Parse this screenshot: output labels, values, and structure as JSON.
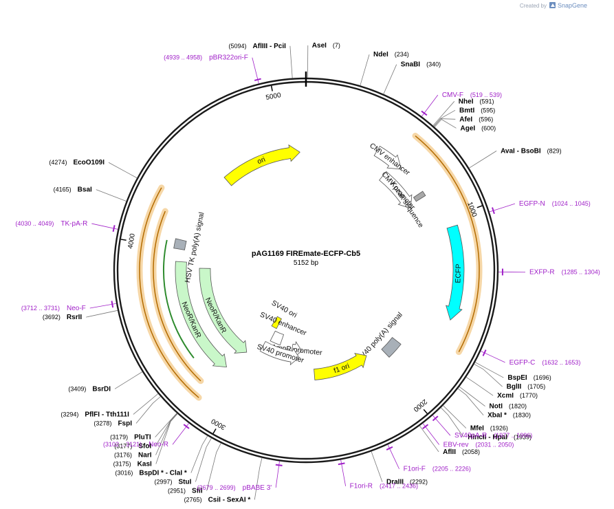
{
  "brand": {
    "created_by": "Created by",
    "app": "SnapGene",
    "logo_color": "#6c8ebf"
  },
  "plasmid": {
    "name": "pAG1169 FIREmate-ECFP-Cb5",
    "size_label": "5152 bp",
    "length": 5152
  },
  "colors": {
    "backbone": "#1a1a1a",
    "primer": "#a020c8",
    "ori": "#ffff00",
    "ecfp": "#00ffff",
    "kanr": "#c9f7c9",
    "highlight": "#f6d7a7"
  },
  "ticks": [
    {
      "label": "1000",
      "bp": 1000
    },
    {
      "label": "2000",
      "bp": 2000
    },
    {
      "label": "3000",
      "bp": 3000
    },
    {
      "label": "4000",
      "bp": 4000
    },
    {
      "label": "5000",
      "bp": 5000
    }
  ],
  "features": [
    {
      "name": "CMV enhancer",
      "label": "CMV enhancer",
      "type": "arrow",
      "start": 440,
      "end": 620,
      "dir": 1,
      "color": "#ffffff"
    },
    {
      "name": "CMV promoter",
      "label": "CMV promoter",
      "type": "arrow",
      "start": 560,
      "end": 850,
      "dir": 1,
      "color": "#ffffff"
    },
    {
      "name": "Kozak sequence",
      "label": "Kozak sequence",
      "type": "box",
      "start": 800,
      "end": 830,
      "color": "#a8a8a8"
    },
    {
      "name": "ECFP",
      "label": "ECFP",
      "type": "arrow",
      "start": 1050,
      "end": 1560,
      "dir": 1,
      "color": "#00ffff"
    },
    {
      "name": "SV40 poly(A) signal",
      "label": "SV40 poly(A) signal",
      "type": "box",
      "start": 1830,
      "end": 1950,
      "color": "#a8b0b8"
    },
    {
      "name": "f1 ori",
      "label": "f1 ori",
      "type": "arrow",
      "start": 2070,
      "end": 2510,
      "dir": -1,
      "color": "#ffff00"
    },
    {
      "name": "AmpR promoter",
      "label": "AmpR promoter",
      "type": "arrow",
      "start": 2620,
      "end": 2720,
      "dir": -1,
      "color": "#ffffff"
    },
    {
      "name": "SV40 promoter",
      "label": "SV40 promoter",
      "type": "arrow",
      "start": 2640,
      "end": 3000,
      "dir": -1,
      "color": "#ffffff"
    },
    {
      "name": "SV40 ori",
      "label": "SV40 ori",
      "type": "box",
      "start": 2960,
      "end": 3030,
      "color": "#ffff00"
    },
    {
      "name": "SV40 enhancer",
      "label": "SV40 enhancer",
      "type": "box",
      "start": 2850,
      "end": 2960,
      "color": "#ffffff"
    },
    {
      "name": "NeoR/KanR inner",
      "label": "NeoR/KanR",
      "type": "arrow",
      "start": 3090,
      "end": 3880,
      "dir": -1,
      "color": "#c9f7c9"
    },
    {
      "name": "NeoR/KanR outer",
      "label": "NeoR/KanR",
      "type": "arrow",
      "start": 3140,
      "end": 3920,
      "dir": -1,
      "color": "#c9f7c9"
    },
    {
      "name": "HSV TK poly(A) signal",
      "label": "HSV TK poly(A) signal",
      "type": "box",
      "start": 4000,
      "end": 4060,
      "color": "#a8b0b8"
    },
    {
      "name": "ori",
      "label": "ori",
      "type": "arrow",
      "start": 4560,
      "end": 5110,
      "dir": 1,
      "color": "#ffff00"
    }
  ],
  "enzymes": [
    {
      "name": "AseI",
      "pos": "(7)",
      "bp": 7
    },
    {
      "name": "NdeI",
      "pos": "(234)",
      "bp": 234
    },
    {
      "name": "SnaBI",
      "pos": "(340)",
      "bp": 340
    },
    {
      "name": "NheI",
      "pos": "(591)",
      "bp": 591
    },
    {
      "name": "BmtI",
      "pos": "(595)",
      "bp": 595
    },
    {
      "name": "AfeI",
      "pos": "(596)",
      "bp": 596
    },
    {
      "name": "AgeI",
      "pos": "(600)",
      "bp": 600
    },
    {
      "name": "AvaI - BsoBI",
      "pos": "(829)",
      "bp": 829
    },
    {
      "name": "BspEI",
      "pos": "(1696)",
      "bp": 1696
    },
    {
      "name": "BglII",
      "pos": "(1705)",
      "bp": 1705
    },
    {
      "name": "XcmI",
      "pos": "(1770)",
      "bp": 1770
    },
    {
      "name": "NotI",
      "pos": "(1820)",
      "bp": 1820
    },
    {
      "name": "XbaI *",
      "pos": "(1830)",
      "bp": 1830
    },
    {
      "name": "MfeI",
      "pos": "(1926)",
      "bp": 1926
    },
    {
      "name": "HincII - HpaI",
      "pos": "(1939)",
      "bp": 1939
    },
    {
      "name": "AflII",
      "pos": "(2058)",
      "bp": 2058
    },
    {
      "name": "DraIII",
      "pos": "(2292)",
      "bp": 2292
    },
    {
      "name": "CsiI - SexAI *",
      "pos": "(2765)",
      "bp": 2765
    },
    {
      "name": "SfiI",
      "pos": "(2951)",
      "bp": 2951
    },
    {
      "name": "StuI",
      "pos": "(2997)",
      "bp": 2997
    },
    {
      "name": "BspDI * - ClaI *",
      "pos": "(3016)",
      "bp": 3016
    },
    {
      "name": "KasI",
      "pos": "(3175)",
      "bp": 3175
    },
    {
      "name": "NarI",
      "pos": "(3176)",
      "bp": 3176
    },
    {
      "name": "SfoI",
      "pos": "(3177)",
      "bp": 3177
    },
    {
      "name": "PluTI",
      "pos": "(3179)",
      "bp": 3179
    },
    {
      "name": "FspI",
      "pos": "(3278)",
      "bp": 3278
    },
    {
      "name": "PflFI - Tth111I",
      "pos": "(3294)",
      "bp": 3294
    },
    {
      "name": "BsrDI",
      "pos": "(3409)",
      "bp": 3409
    },
    {
      "name": "RsrII",
      "pos": "(3692)",
      "bp": 3692
    },
    {
      "name": "BsaI",
      "pos": "(4165)",
      "bp": 4165
    },
    {
      "name": "EcoO109I",
      "pos": "(4274)",
      "bp": 4274
    },
    {
      "name": "AflIII - PciI",
      "pos": "(5094)",
      "bp": 5094
    }
  ],
  "primers": [
    {
      "name": "CMV-F",
      "range": "(519 .. 539)",
      "bp": 529
    },
    {
      "name": "EGFP-N",
      "range": "(1024 .. 1045)",
      "bp": 1035
    },
    {
      "name": "EXFP-R",
      "range": "(1285 .. 1304)",
      "bp": 1295
    },
    {
      "name": "EGFP-C",
      "range": "(1632 .. 1653)",
      "bp": 1643
    },
    {
      "name": "SV40pA-R",
      "range": "(1977 .. 1996)",
      "bp": 1987
    },
    {
      "name": "EBV-rev",
      "range": "(2031 .. 2050)",
      "bp": 2041
    },
    {
      "name": "F1ori-F",
      "range": "(2205 .. 2226)",
      "bp": 2216
    },
    {
      "name": "F1ori-R",
      "range": "(2417 .. 2436)",
      "bp": 2427
    },
    {
      "name": "pBABE 3'",
      "range": "(2679 .. 2699)",
      "bp": 2689
    },
    {
      "name": "Neo-R",
      "range": "(3102 .. 3121)",
      "bp": 3112
    },
    {
      "name": "Neo-F",
      "range": "(3712 .. 3731)",
      "bp": 3722
    },
    {
      "name": "TK-pA-R",
      "range": "(4030 .. 4049)",
      "bp": 4040
    },
    {
      "name": "pBR322ori-F",
      "range": "(4939 .. 4958)",
      "bp": 4949
    }
  ]
}
